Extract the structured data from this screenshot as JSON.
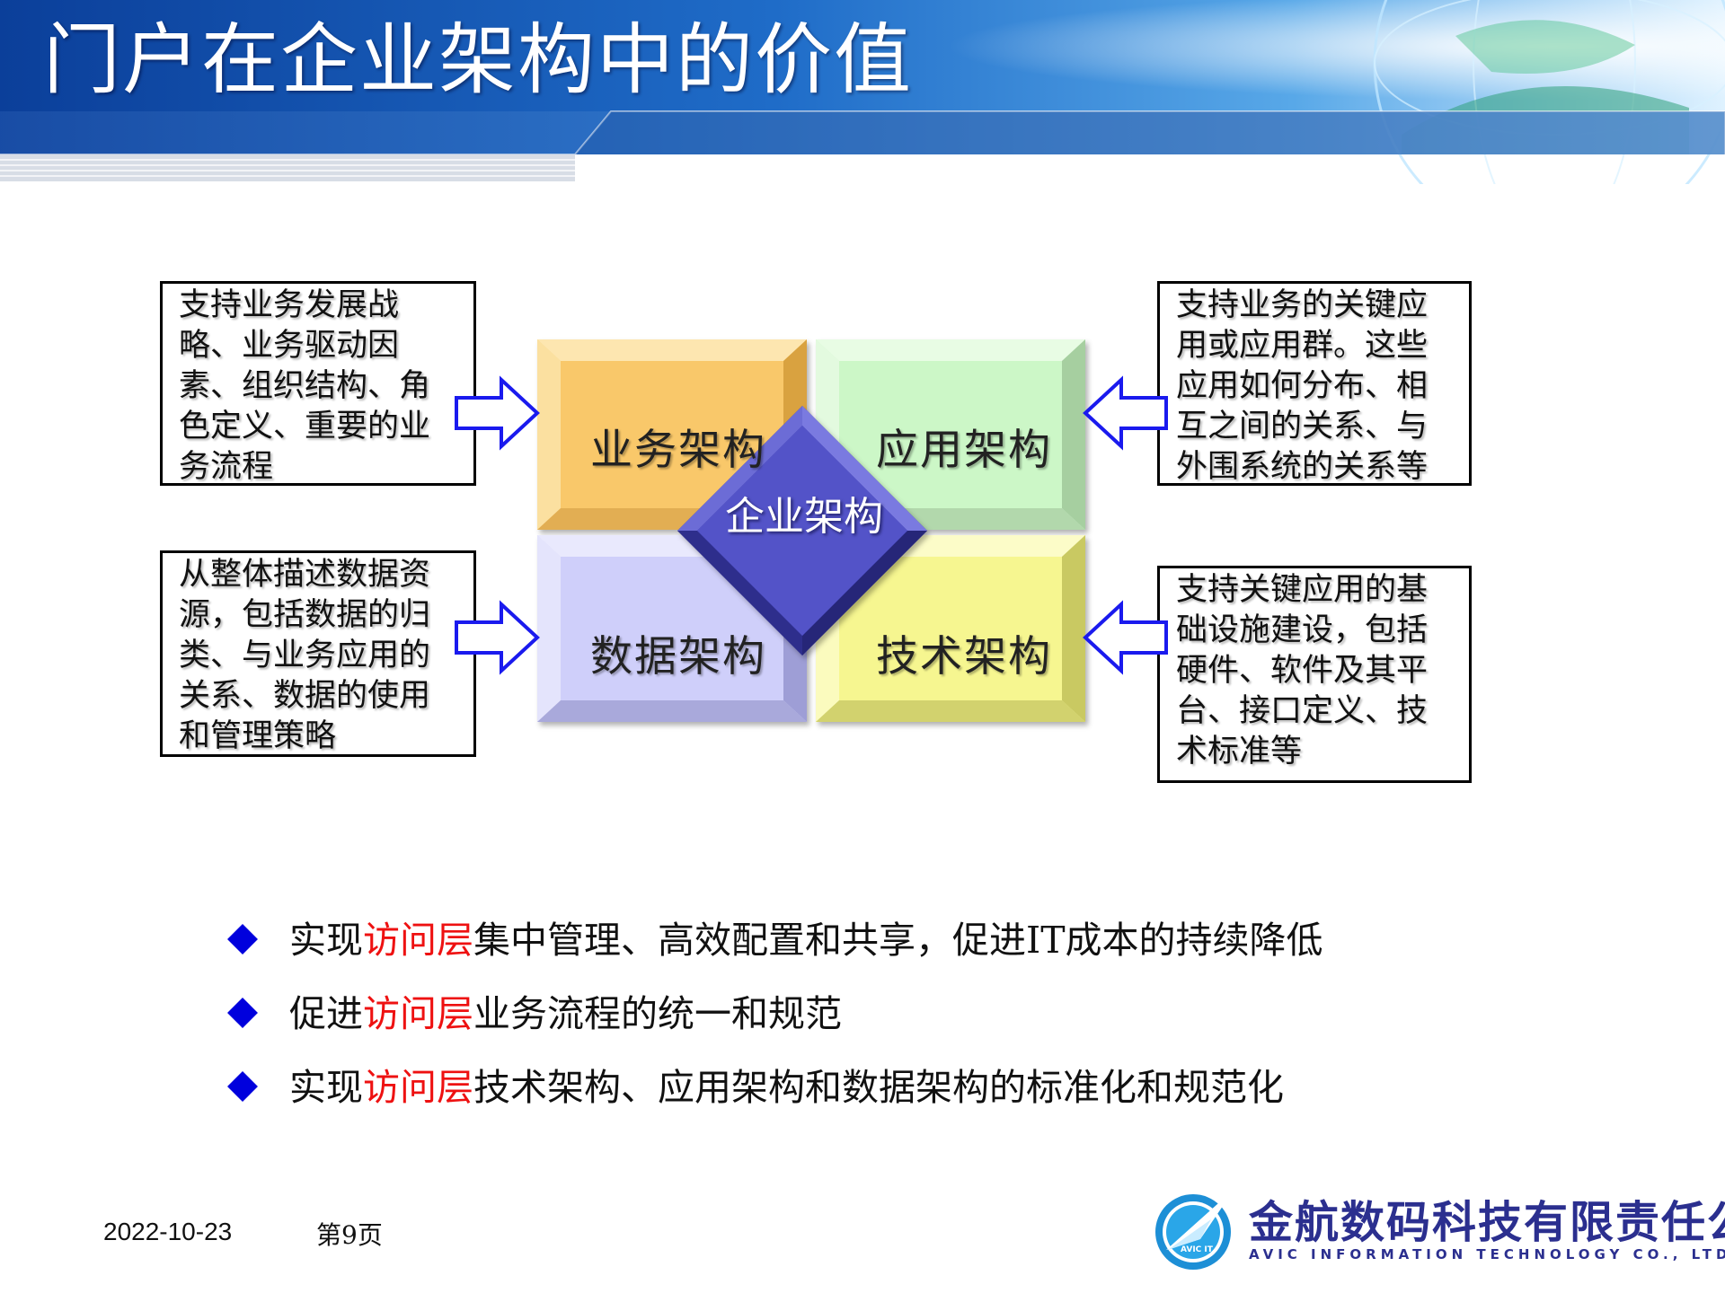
{
  "title": "门户在企业架构中的价值",
  "diagram": {
    "center": "企业架构",
    "quadrants": {
      "business": "业务架构",
      "application": "应用架构",
      "data": "数据架构",
      "technology": "技术架构"
    },
    "descriptions": {
      "business": "支持业务发展战略、业务驱动因素、组织结构、角色定义、重要的业务流程",
      "application": "支持业务的关键应用或应用群。这些应用如何分布、相互之间的关系、与外围系统的关系等",
      "data": "从整体描述数据资源，包括数据的归类、与业务应用的关系、数据的使用和管理策略",
      "technology": "支持关键应用的基础设施建设，包括硬件、软件及其平台、接口定义、技术标准等"
    },
    "colors": {
      "business": "#f9c86a",
      "application": "#ccf7c7",
      "data": "#cfcffa",
      "technology": "#f6f690",
      "center": "#5252c8",
      "arrow": "#1a1aee"
    }
  },
  "bullets": [
    {
      "pre": "实现",
      "red": "访问层",
      "post": "集中管理、高效配置和共享，促进IT成本的持续降低"
    },
    {
      "pre": "促进",
      "red": "访问层",
      "post": "业务流程的统一和规范"
    },
    {
      "pre": "实现",
      "red": "访问层",
      "post": "技术架构、应用架构和数据架构的标准化和规范化"
    }
  ],
  "bullet_colors": {
    "marker": "#0000dd",
    "highlight": "#ee1111"
  },
  "footer": {
    "date": "2022-10-23",
    "page": "第9页"
  },
  "logo": {
    "name_cn": "金航数码科技有限责任公司",
    "name_en": "AVIC INFORMATION TECHNOLOGY CO., LTD.",
    "mark_text": "AVIC IT"
  }
}
